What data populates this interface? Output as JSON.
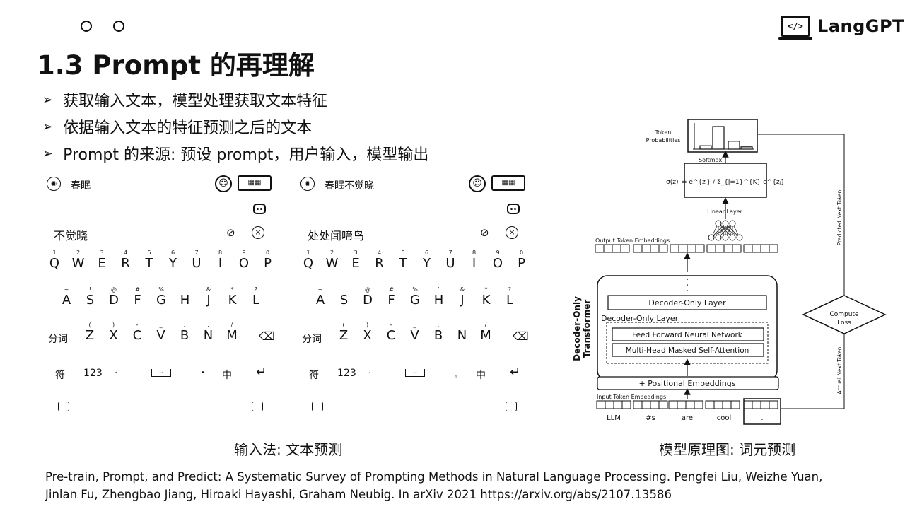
{
  "slide": {
    "title": "1.3 Prompt 的再理解",
    "logo_text": "LangGPT",
    "logo_icon": "code-laptop-icon",
    "bullets": [
      "获取输入文本，模型处理获取文本特征",
      "依据输入文本的特征预测之后的文本",
      "Prompt 的来源: 预设 prompt，用户输入，模型输出"
    ],
    "caption_left": "输入法: 文本预测",
    "caption_right": "模型原理图: 词元预测",
    "citation": "Pre-train, Prompt, and Predict: A Systematic Survey of Prompting Methods in Natural Language Processing. Pengfei Liu, Weizhe Yuan, Jinlan Fu, Zhengbao Jiang, Hiroaki Hayashi, Graham Neubig. In arXiv 2021 https://arxiv.org/abs/2107.13586"
  },
  "keyboards": [
    {
      "typed": "春眠",
      "candidate": "不觉晓",
      "row1_nums": [
        "1",
        "2",
        "3",
        "4",
        "5",
        "6",
        "7",
        "8",
        "9",
        "0"
      ],
      "row1": [
        "Q",
        "W",
        "E",
        "R",
        "T",
        "Y",
        "U",
        "I",
        "O",
        "P"
      ],
      "row2_syms": [
        "~",
        "!",
        "@",
        "#",
        "%",
        "'",
        "&",
        "*",
        "?"
      ],
      "row2": [
        "A",
        "S",
        "D",
        "F",
        "G",
        "H",
        "J",
        "K",
        "L"
      ],
      "row3_syms": [
        "(",
        ")",
        "-",
        "_",
        ":",
        ";",
        "/"
      ],
      "row3": [
        "Z",
        "X",
        "C",
        "V",
        "B",
        "N",
        "M"
      ],
      "segment_label": "分词",
      "symbol_label": "符",
      "num_label": "123",
      "zh_label": "中",
      "space_label": "⌣",
      "period": "•"
    },
    {
      "typed": "春眠不觉晓",
      "candidate": "处处闻啼鸟",
      "row1_nums": [
        "1",
        "2",
        "3",
        "4",
        "5",
        "6",
        "7",
        "8",
        "9",
        "0"
      ],
      "row1": [
        "Q",
        "W",
        "E",
        "R",
        "T",
        "Y",
        "U",
        "I",
        "O",
        "P"
      ],
      "row2_syms": [
        "~",
        "!",
        "@",
        "#",
        "%",
        "'",
        "&",
        "*",
        "?"
      ],
      "row2": [
        "A",
        "S",
        "D",
        "F",
        "G",
        "H",
        "J",
        "K",
        "L"
      ],
      "row3_syms": [
        "(",
        ")",
        "-",
        "_",
        ":",
        ";",
        "/"
      ],
      "row3": [
        "Z",
        "X",
        "C",
        "V",
        "B",
        "N",
        "M"
      ],
      "segment_label": "分词",
      "symbol_label": "符",
      "num_label": "123",
      "zh_label": "中",
      "space_label": "⌣",
      "period": "。"
    }
  ],
  "diagram": {
    "token_probabilities_label": [
      "Token",
      "Probabilities"
    ],
    "softmax_label": "Softmax",
    "linear_layer_label": "Linear Layer",
    "output_embeddings_label": "Output Token Embeddings",
    "decoder_only_label": "Decoder-Only Layer",
    "decoder_inner_label": "Decoder-Only Layer",
    "ffn_label": "Feed Forward Neural Network",
    "attention_label": "Multi-Head Masked Self-Attention",
    "stack_label": [
      "Decoder-Only",
      "Transformer"
    ],
    "positional_label": "+ Positional Embeddings",
    "input_embeddings_label": "Input Token Embeddings",
    "input_tokens": [
      "LLM",
      "#s",
      "are",
      "cool",
      "."
    ],
    "compute_loss_label": [
      "Compute",
      "Loss"
    ],
    "predicted_label": "Predicted Next Token",
    "actual_label": "Actual Next Token",
    "softmax_formula": "σ(z)ᵢ = e^{zᵢ} / Σ_{j=1}^{K} e^{zⱼ}",
    "probability_bars": [
      0.15,
      1.0,
      0.35,
      0.1
    ]
  }
}
